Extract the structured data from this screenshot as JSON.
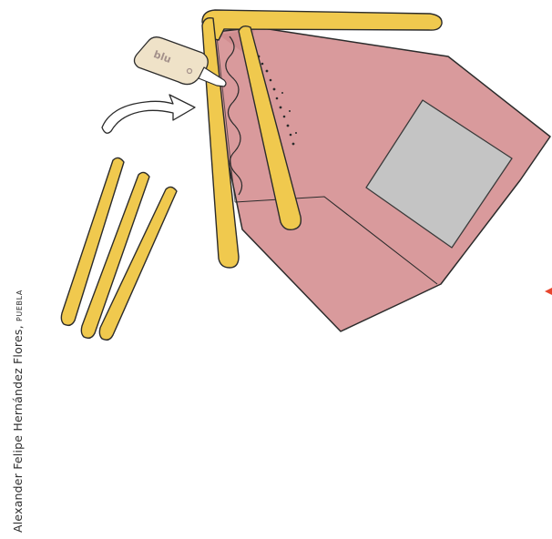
{
  "credit": {
    "name": "Alexander Felipe Hernández Flores,",
    "place": "PUEBLA"
  },
  "glue_bottle": {
    "label": "blu"
  },
  "colors": {
    "background": "#ffffff",
    "house_pink": "#d99a9c",
    "house_pink_edge": "#c98588",
    "window_gray": "#c4c4c4",
    "stick_yellow": "#f0c94e",
    "outline": "#2b2b2b",
    "glue_bottle": "#efe2c8",
    "glue_text": "#a3908a",
    "edge_marker": "#e8462e"
  },
  "icons": [
    "curved-arrow-icon",
    "glue-bottle-icon"
  ]
}
